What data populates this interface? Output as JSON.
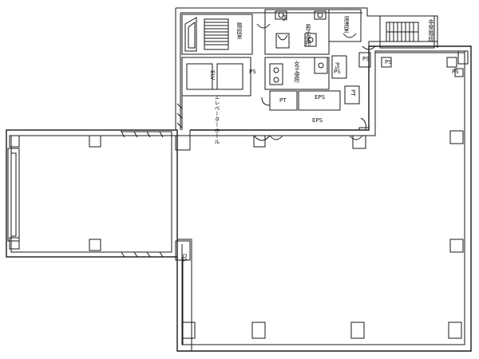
{
  "labels": {
    "stair_left": "階段室",
    "men_wc": "男子便所",
    "pantry": "湯沸室",
    "stair_right": "非常階段",
    "elv": "ELV",
    "women_wc": "女子便所",
    "elevator_hall": "エレベーターホール",
    "eps": "EPS",
    "ps_a": "PS",
    "ps_b": "PS",
    "ps_c": "PS",
    "ps_d": "PS",
    "ps_e": "PS",
    "ds": "DS",
    "pt_a": "PT",
    "pt_b": "PT",
    "eps_small": "EPS",
    "ps_f": "PS",
    "ps_g": "PS"
  }
}
